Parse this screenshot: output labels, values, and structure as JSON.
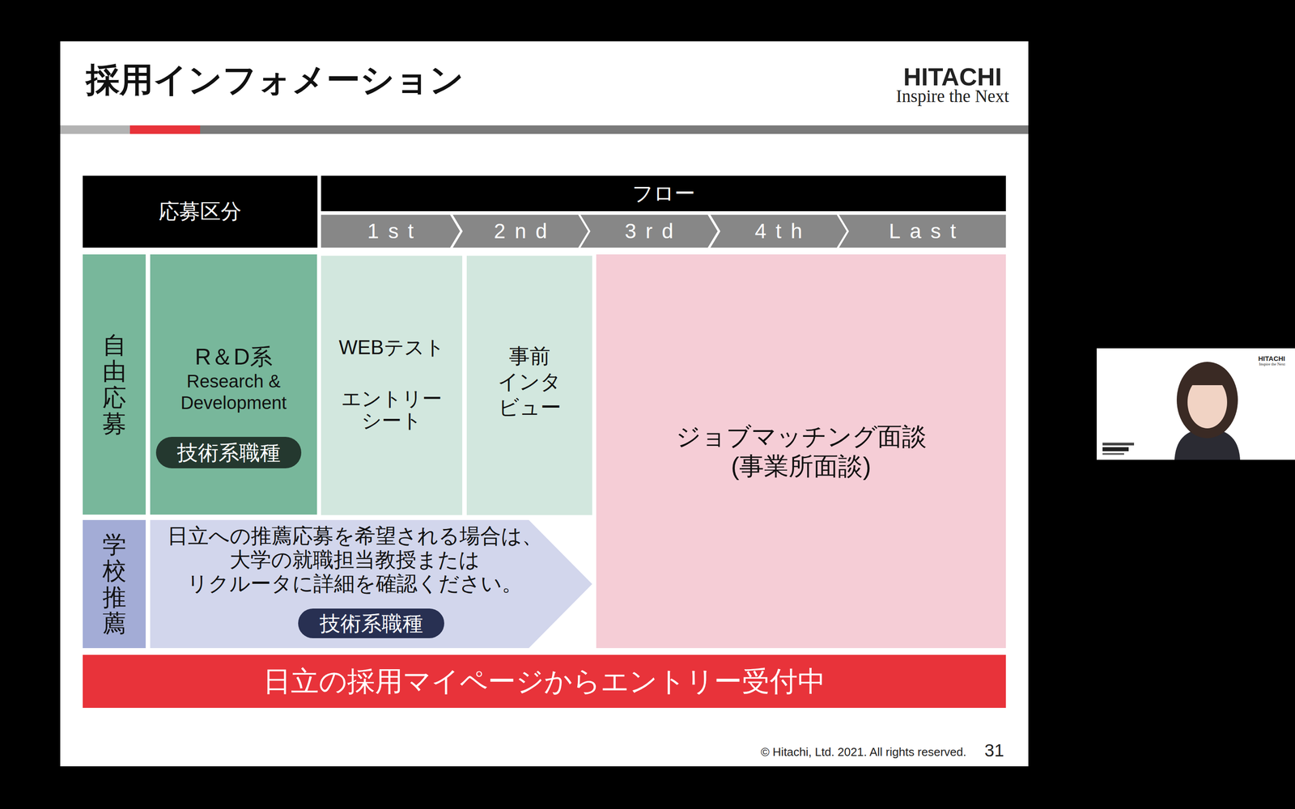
{
  "diagram": {
    "title": "採用インフォメーション",
    "nodes": [
      {
        "text": [
          "応募区分"
        ]
      },
      {
        "text": [
          "フロー"
        ]
      },
      {
        "text": [
          "1st"
        ]
      },
      {
        "text": [
          "2nd"
        ]
      },
      {
        "text": [
          "3rd"
        ]
      },
      {
        "text": [
          "4th"
        ]
      },
      {
        "text": [
          "Last"
        ]
      },
      {
        "text": [
          "自由応募"
        ]
      },
      {
        "text": [
          "R＆D系",
          "Research & Development"
        ]
      },
      {
        "text": [
          "技術系職種"
        ],
        "in": 8
      },
      {
        "text": [
          "WEBテスト",
          "エントリー シート"
        ]
      },
      {
        "text": [
          "事前 インタ ビュー"
        ]
      },
      {
        "text": [
          "ジョブマッチング面談 (事業所面談)"
        ]
      },
      {
        "text": [
          "学校推薦"
        ]
      },
      {
        "text": [
          "日立への推薦応募を希望される場合は、 大学の就職担当教授または リクルータに詳細を確認ください。"
        ]
      },
      {
        "text": [
          "技術系職種"
        ],
        "in": 14
      },
      {
        "text": [
          "日立の採用マイページからエントリー受付中"
        ]
      }
    ],
    "labels": [
      "HITACHI",
      "Inspire the Next",
      "© Hitachi, Ltd. 2021. All rights reserved.",
      "31",
      "HITACHI",
      "Inspire the Next"
    ]
  }
}
